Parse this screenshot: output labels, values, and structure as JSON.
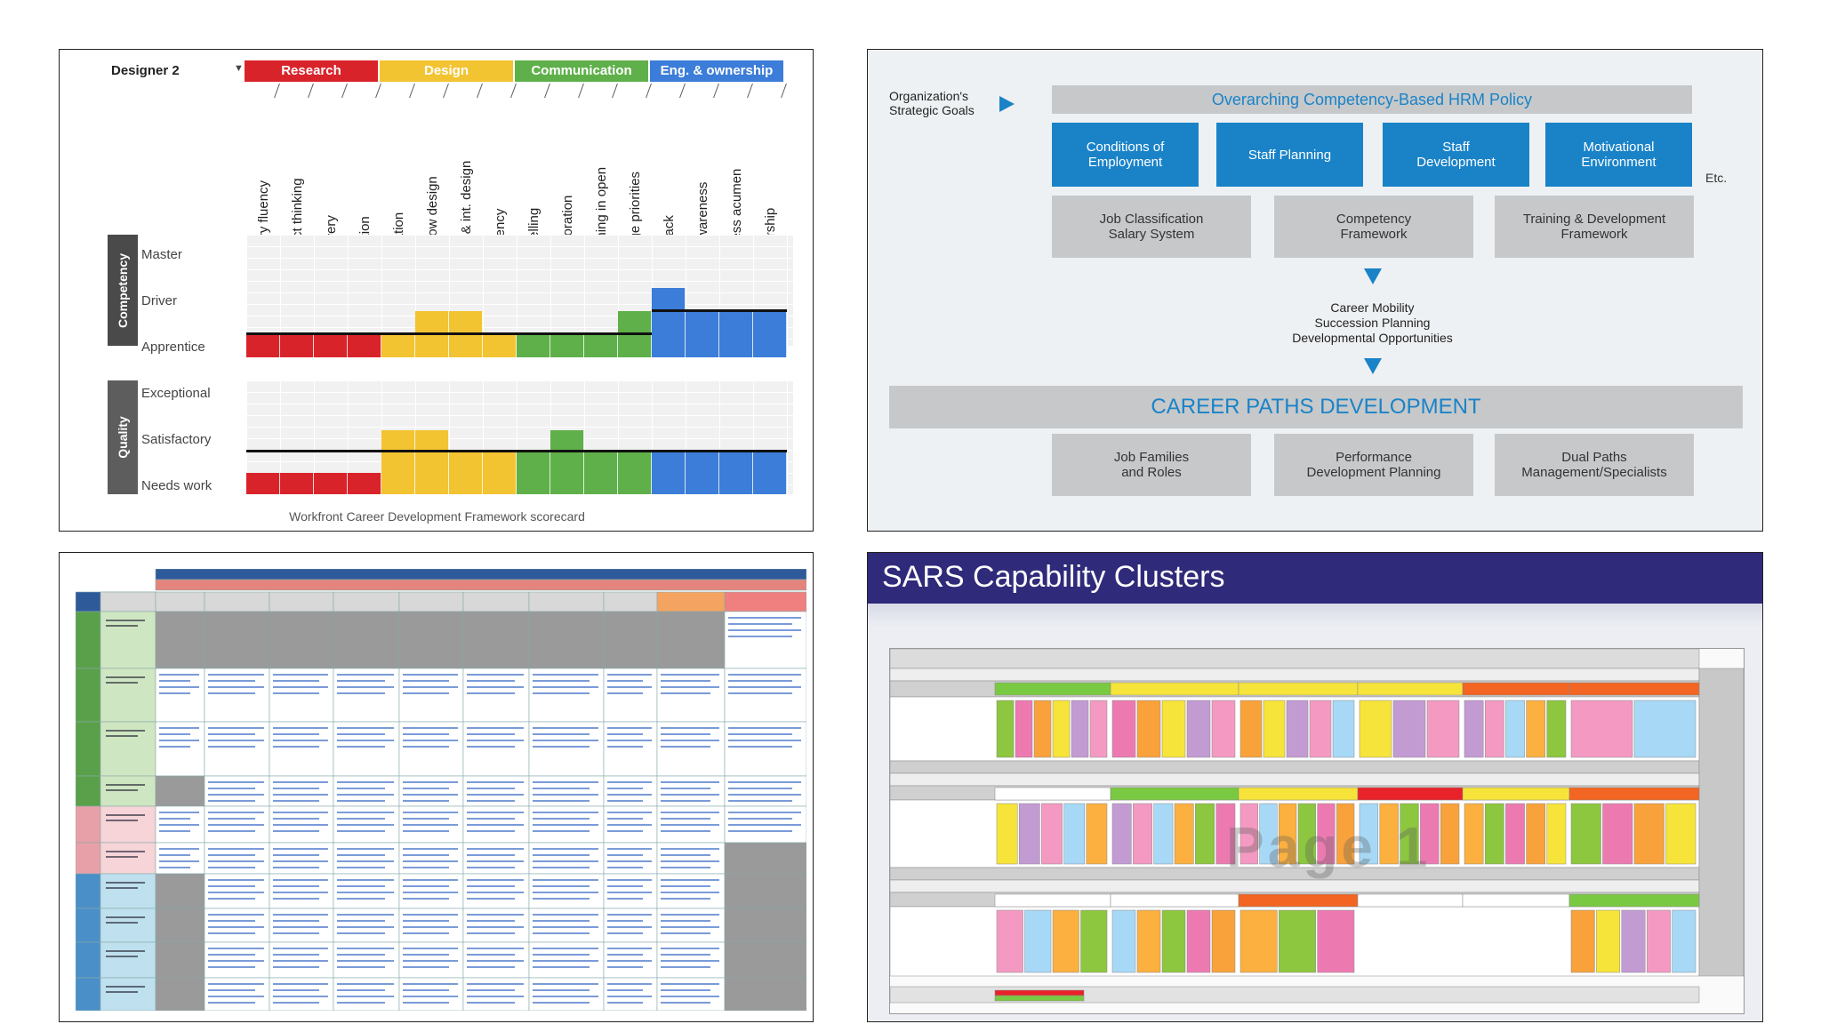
{
  "panel1": {
    "designer": "Designer 2",
    "categories": [
      {
        "label": "Research",
        "color": "#d9232b"
      },
      {
        "label": "Design",
        "color": "#f3c432"
      },
      {
        "label": "Communication",
        "color": "#5fb04a"
      },
      {
        "label": "Eng. & ownership",
        "color": "#3b7dd8"
      }
    ],
    "skills": [
      "Industry fluency",
      "Product thinking",
      "Discovery",
      "Validation",
      "Innovation",
      "Workflow design",
      "Visual & int. design",
      "Proficiency",
      "Storytelling",
      "Collaboration",
      "Designing in open",
      "Manage priorities",
      "Feedback",
      "Self-awareness",
      "Business acumen",
      "Leadership"
    ],
    "competency": {
      "label": "Competency",
      "levels": [
        "Master",
        "Driver",
        "Apprentice"
      ]
    },
    "quality": {
      "label": "Quality",
      "levels": [
        "Exceptional",
        "Satisfactory",
        "Needs work"
      ]
    },
    "caption": "Workfront Career Development Framework scorecard"
  },
  "panel2": {
    "org_goals": "Organization's\nStrategic Goals",
    "policy": "Overarching Competency-Based HRM Policy",
    "blue_boxes": [
      "Conditions of\nEmployment",
      "Staff Planning",
      "Staff\nDevelopment",
      "Motivational\nEnvironment"
    ],
    "etc": "Etc.",
    "gray_boxes": [
      "Job Classification\nSalary System",
      "Competency\nFramework",
      "Training & Development\nFramework"
    ],
    "middle": "Career Mobility\nSuccession Planning\nDevelopmental Opportunities",
    "career": "CAREER PATHS DEVELOPMENT",
    "bottom_boxes": [
      "Job Families\nand Roles",
      "Performance\nDevelopment Planning",
      "Dual Paths\nManagement/Specialists"
    ]
  },
  "panel4": {
    "title": "SARS Capability Clusters",
    "watermark": "Page 1"
  }
}
